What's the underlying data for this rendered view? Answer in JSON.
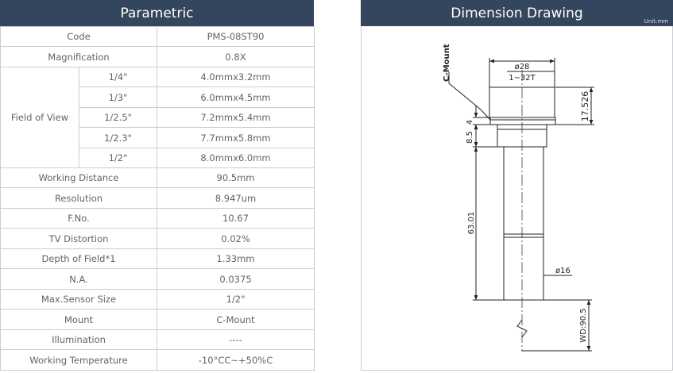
{
  "parametric": {
    "title": "Parametric",
    "rows": {
      "code": {
        "label": "Code",
        "value": "PMS-08ST90"
      },
      "magnification": {
        "label": "Magnification",
        "value": "0.8X"
      },
      "field_of_view": {
        "label": "Field of View",
        "items": [
          {
            "sensor": "1/4\"",
            "value": "4.0mmx3.2mm"
          },
          {
            "sensor": "1/3\"",
            "value": "6.0mmx4.5mm"
          },
          {
            "sensor": "1/2.5\"",
            "value": "7.2mmx5.4mm"
          },
          {
            "sensor": "1/2.3\"",
            "value": "7.7mmx5.8mm"
          },
          {
            "sensor": "1/2\"",
            "value": "8.0mmx6.0mm"
          }
        ]
      },
      "working_distance": {
        "label": "Working Distance",
        "value": "90.5mm"
      },
      "resolution": {
        "label": "Resolution",
        "value": "8.947um"
      },
      "fno": {
        "label": "F.No.",
        "value": "10.67"
      },
      "tv_distortion": {
        "label": "TV Distortion",
        "value": "0.02%"
      },
      "depth_of_field": {
        "label": "Depth of Field*1",
        "value": "1.33mm"
      },
      "na": {
        "label": "N.A.",
        "value": "0.0375"
      },
      "max_sensor": {
        "label": "Max.Sensor Size",
        "value": "1/2\""
      },
      "mount": {
        "label": "Mount",
        "value": "C-Mount"
      },
      "illumination": {
        "label": "Illumination",
        "value": "----"
      },
      "working_temperature": {
        "label": "Working Temperature",
        "value": "-10°CC~+50%C"
      }
    }
  },
  "drawing": {
    "title": "Dimension Drawing",
    "unit": "Unit:mm",
    "labels": {
      "c_mount": "C-Mount",
      "dia_28": "ø28",
      "thread": "1−32T",
      "dim_17526": "17.526",
      "dim_4": "4",
      "dim_85": "8.5",
      "dim_6301": "63.01",
      "dia_16": "ø16",
      "wd": "WD:90.5"
    }
  }
}
